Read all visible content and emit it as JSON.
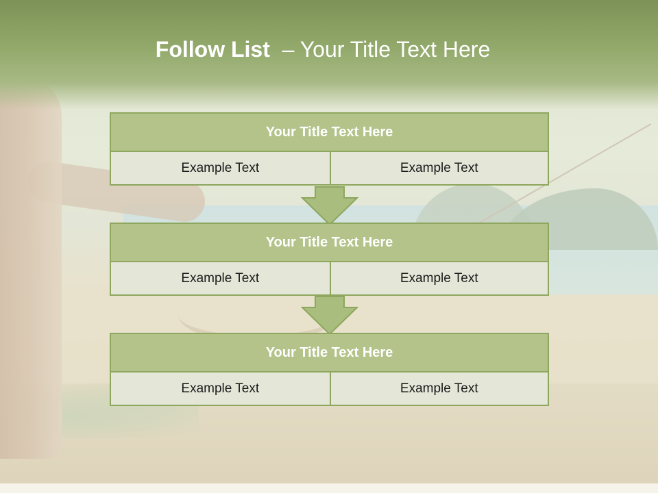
{
  "slide": {
    "title_bold": "Follow List",
    "title_rest": "  – Your Title Text Here",
    "colors": {
      "header": "#93aa6c",
      "box_fill": "#b3c38a",
      "box_border": "#8ea65d",
      "cell_fill": "#e4e7d8"
    }
  },
  "blocks": [
    {
      "title": "Your Title Text Here",
      "cells": [
        "Example Text",
        "Example Text"
      ]
    },
    {
      "title": "Your Title Text Here",
      "cells": [
        "Example Text",
        "Example Text"
      ]
    },
    {
      "title": "Your Title Text Here",
      "cells": [
        "Example Text",
        "Example Text"
      ]
    }
  ],
  "arrows": [
    {
      "icon": "down-arrow-icon"
    },
    {
      "icon": "down-arrow-icon"
    }
  ]
}
